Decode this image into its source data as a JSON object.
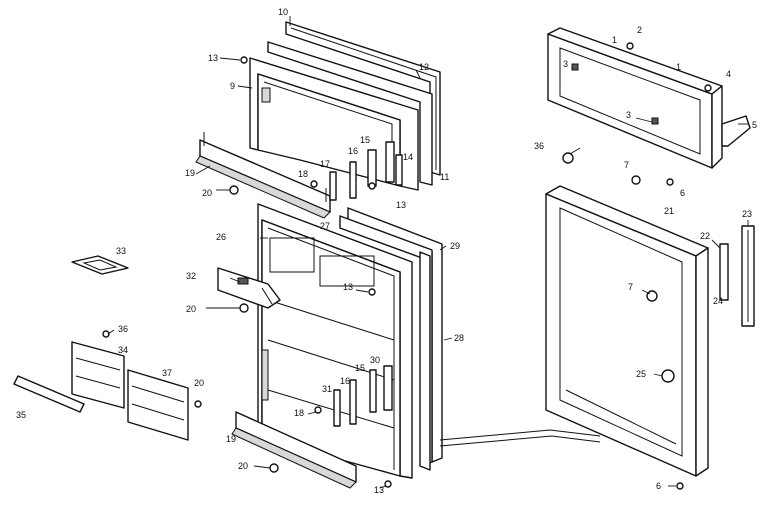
{
  "callouts": [
    {
      "id": "c10",
      "text": "10"
    },
    {
      "id": "c12",
      "text": "12"
    },
    {
      "id": "c13a",
      "text": "13"
    },
    {
      "id": "c9",
      "text": "9"
    },
    {
      "id": "c15a",
      "text": "15"
    },
    {
      "id": "c16a",
      "text": "16"
    },
    {
      "id": "c14",
      "text": "14"
    },
    {
      "id": "c17",
      "text": "17"
    },
    {
      "id": "c18a",
      "text": "18"
    },
    {
      "id": "c19a",
      "text": "19"
    },
    {
      "id": "c20a",
      "text": "20"
    },
    {
      "id": "c13b",
      "text": "13"
    },
    {
      "id": "c11",
      "text": "11"
    },
    {
      "id": "c26",
      "text": "26"
    },
    {
      "id": "c27",
      "text": "27"
    },
    {
      "id": "c29",
      "text": "29"
    },
    {
      "id": "c32",
      "text": "32"
    },
    {
      "id": "c13c",
      "text": "13"
    },
    {
      "id": "c20b",
      "text": "20"
    },
    {
      "id": "c33",
      "text": "33"
    },
    {
      "id": "c36a",
      "text": "36"
    },
    {
      "id": "c34",
      "text": "34"
    },
    {
      "id": "c37",
      "text": "37"
    },
    {
      "id": "c20c",
      "text": "20"
    },
    {
      "id": "c35",
      "text": "35"
    },
    {
      "id": "c28",
      "text": "28"
    },
    {
      "id": "c30",
      "text": "30"
    },
    {
      "id": "c15b",
      "text": "15"
    },
    {
      "id": "c31",
      "text": "31"
    },
    {
      "id": "c16b",
      "text": "16"
    },
    {
      "id": "c18b",
      "text": "18"
    },
    {
      "id": "c19b",
      "text": "19"
    },
    {
      "id": "c20d",
      "text": "20"
    },
    {
      "id": "c13d",
      "text": "13"
    },
    {
      "id": "c2",
      "text": "2"
    },
    {
      "id": "c1a",
      "text": "1"
    },
    {
      "id": "c1b",
      "text": "1"
    },
    {
      "id": "c3a",
      "text": "3"
    },
    {
      "id": "c4",
      "text": "4"
    },
    {
      "id": "c3b",
      "text": "3"
    },
    {
      "id": "c5",
      "text": "5"
    },
    {
      "id": "c36b",
      "text": "36"
    },
    {
      "id": "c7a",
      "text": "7"
    },
    {
      "id": "c6a",
      "text": "6"
    },
    {
      "id": "c21",
      "text": "21"
    },
    {
      "id": "c23",
      "text": "23"
    },
    {
      "id": "c22",
      "text": "22"
    },
    {
      "id": "c7b",
      "text": "7"
    },
    {
      "id": "c24",
      "text": "24"
    },
    {
      "id": "c25",
      "text": "25"
    },
    {
      "id": "c6b",
      "text": "6"
    }
  ]
}
